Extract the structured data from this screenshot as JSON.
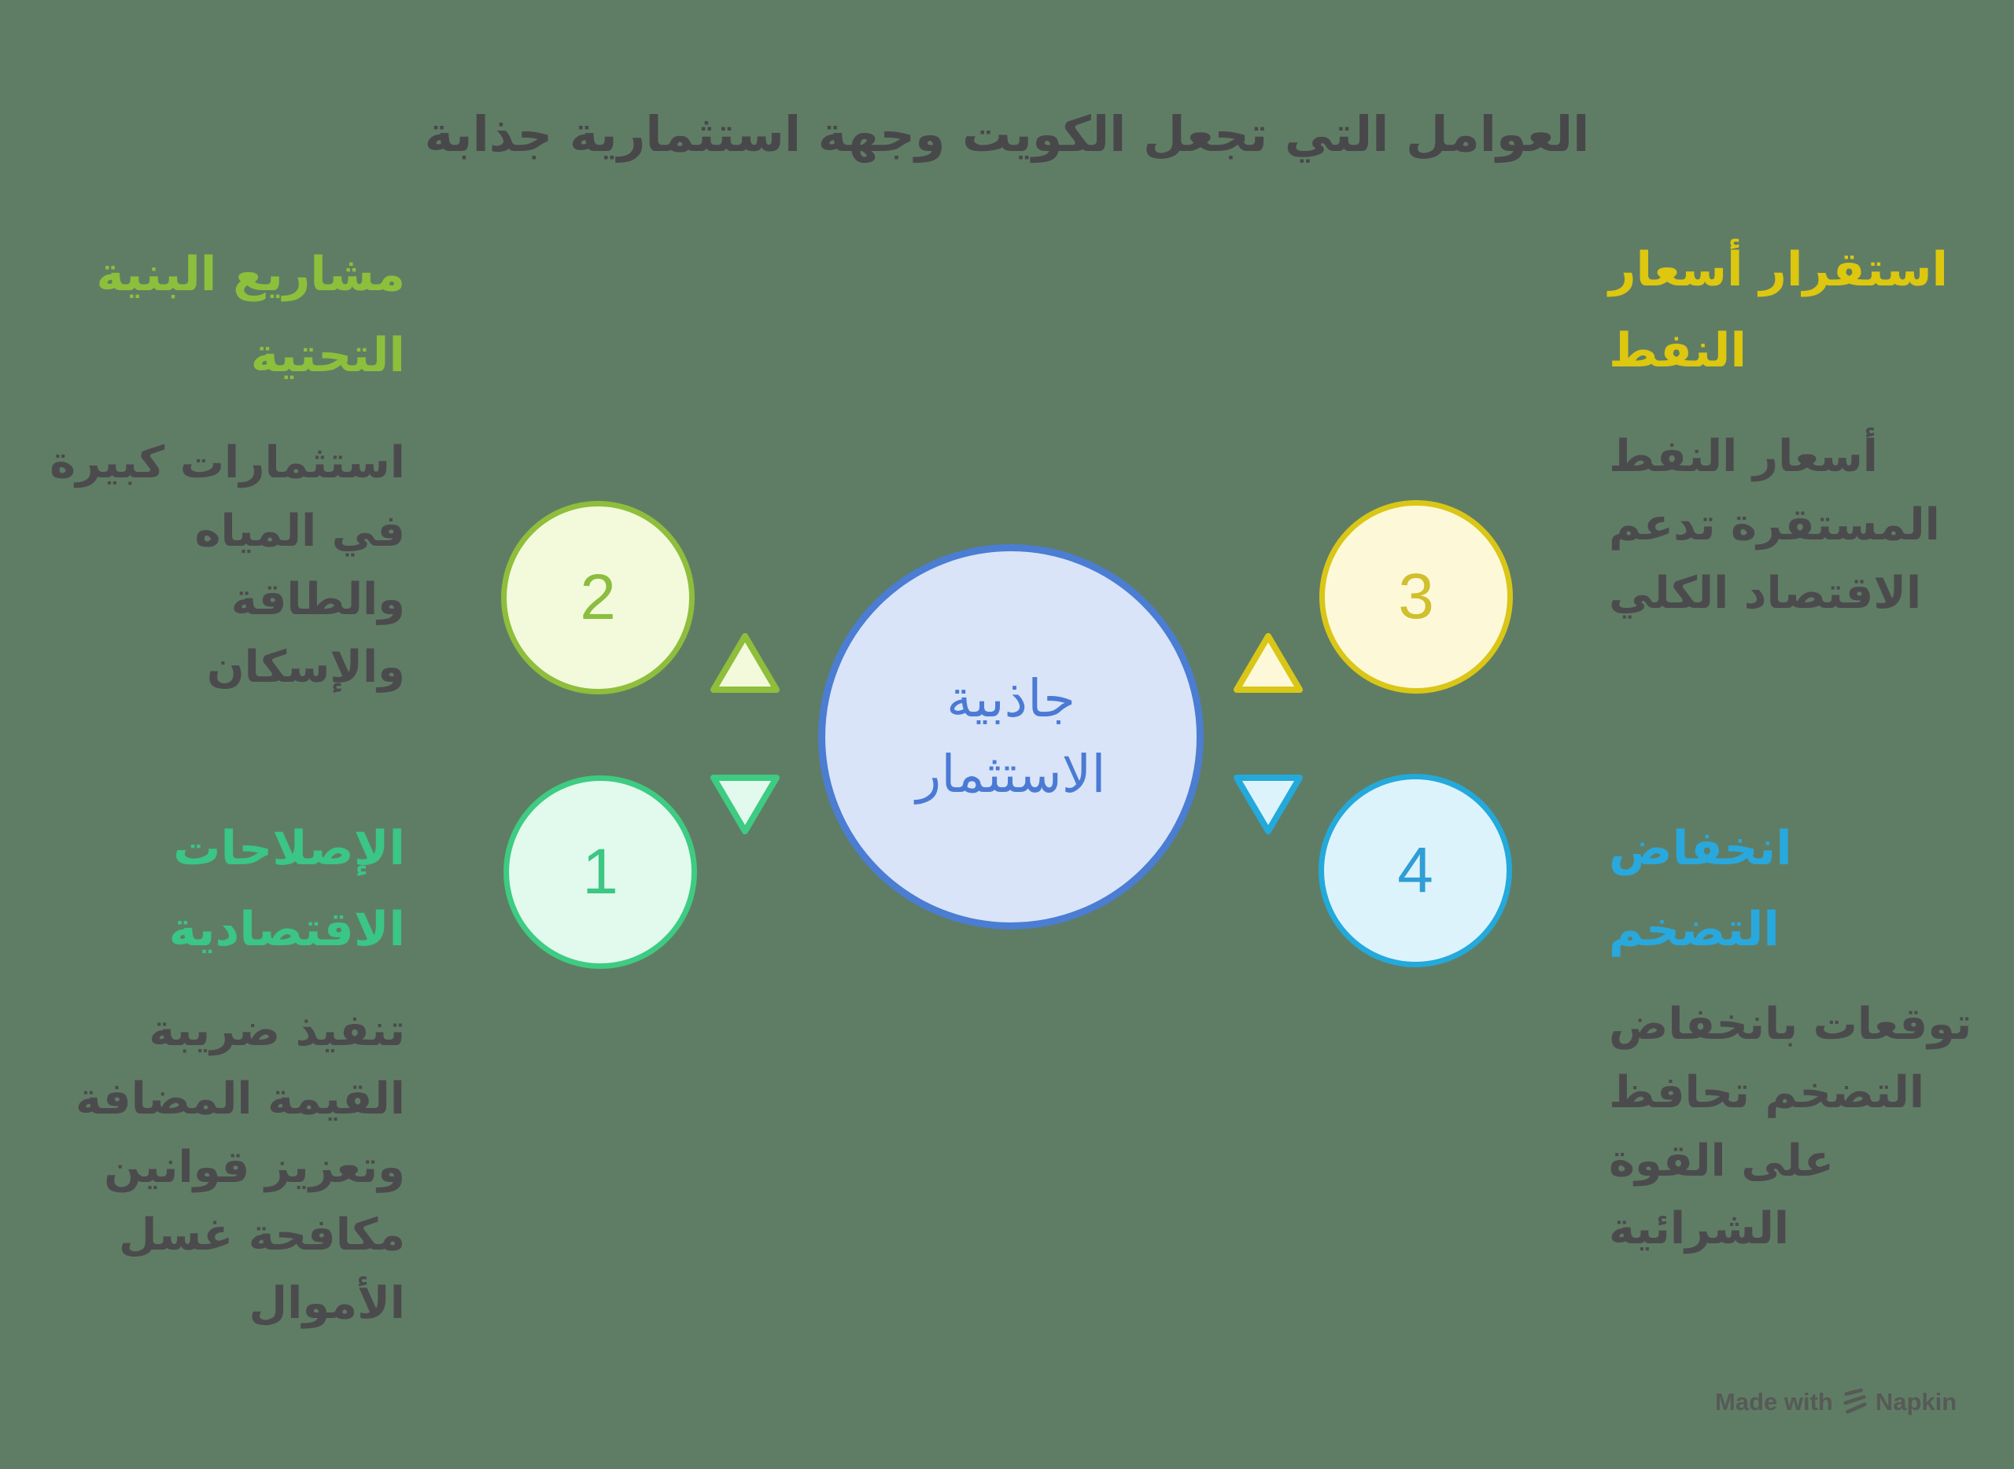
{
  "title": "العوامل التي تجعل الكويت وجهة استثمارية جذابة",
  "center": {
    "label": "جاذبية\nالاستثمار",
    "fill_color": "#d9e4f8",
    "border_color": "#4b7dd2",
    "text_color": "#4a7ad4"
  },
  "factors": [
    {
      "number": "1",
      "label": "الإصلاحات\nالاقتصادية",
      "description": "تنفيذ ضريبة\nالقيمة المضافة\nوتعزيز قوانين\nمكافحة غسل\nالأموال",
      "accent_color": "#3ecb82",
      "fill_color": "#e2f9ed",
      "position": "bottom-left"
    },
    {
      "number": "2",
      "label": "مشاريع البنية\nالتحتية",
      "description": "استثمارات كبيرة\nفي المياه والطاقة\nوالإسكان",
      "accent_color": "#8ebe3b",
      "fill_color": "#f3fadb",
      "position": "top-left"
    },
    {
      "number": "3",
      "label": "استقرار أسعار\nالنفط",
      "description": "أسعار النفط\nالمستقرة تدعم\nالاقتصاد الكلي",
      "accent_color": "#d9c617",
      "fill_color": "#fdf9d8",
      "position": "top-right"
    },
    {
      "number": "4",
      "label": "انخفاض\nالتضخم",
      "description": "توقعات بانخفاض\nالتضخم تحافظ\nعلى القوة\nالشرائية",
      "accent_color": "#24a9db",
      "fill_color": "#ddf3fc",
      "position": "bottom-right"
    }
  ],
  "background_color": "#5f7d65",
  "text_color": "#4b4b4d",
  "watermark": {
    "text_prefix": "Made with",
    "brand": "Napkin"
  }
}
